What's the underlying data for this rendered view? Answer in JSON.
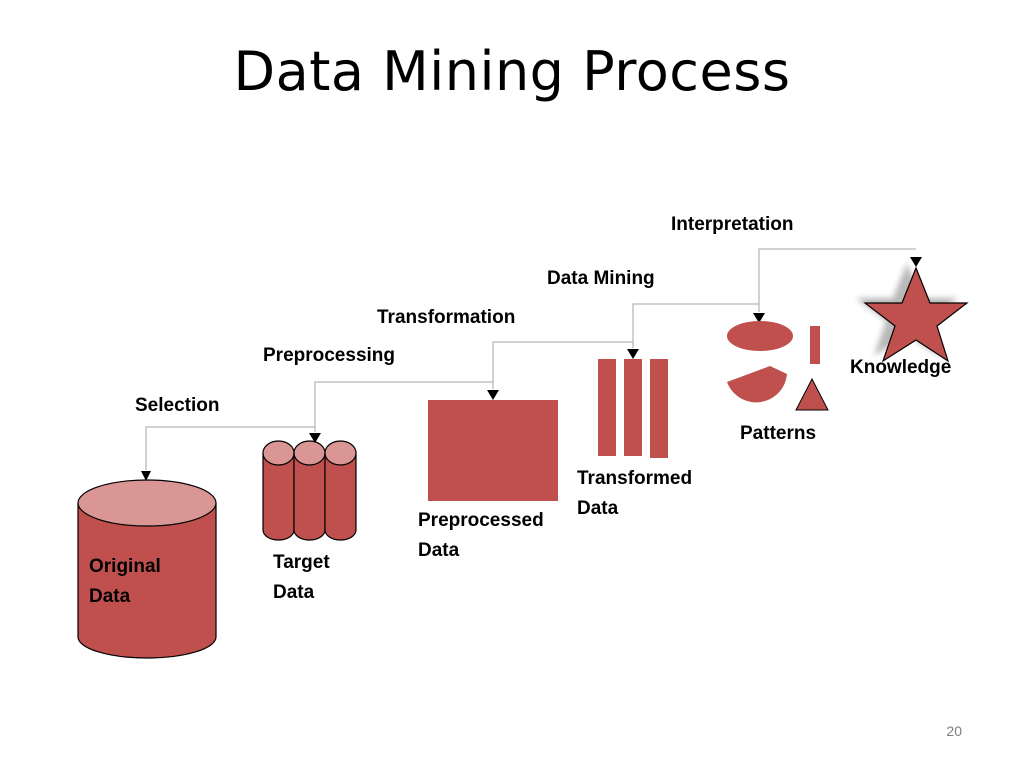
{
  "title": "Data Mining Process",
  "page_number": "20",
  "colors": {
    "shape_fill": "#c0504d",
    "shape_top": "#d99694",
    "outline": "#000000",
    "connector": "#a6a6a6"
  },
  "steps": {
    "selection": "Selection",
    "preprocessing": "Preprocessing",
    "transformation": "Transformation",
    "data_mining": "Data Mining",
    "interpretation": "Interpretation"
  },
  "stages": {
    "original_data": [
      "Original",
      "Data"
    ],
    "target_data": [
      "Target",
      "Data"
    ],
    "preprocessed_data": [
      "Preprocessed",
      "Data"
    ],
    "transformed_data": [
      "Transformed",
      "Data"
    ],
    "patterns": "Patterns",
    "knowledge": "Knowledge"
  }
}
